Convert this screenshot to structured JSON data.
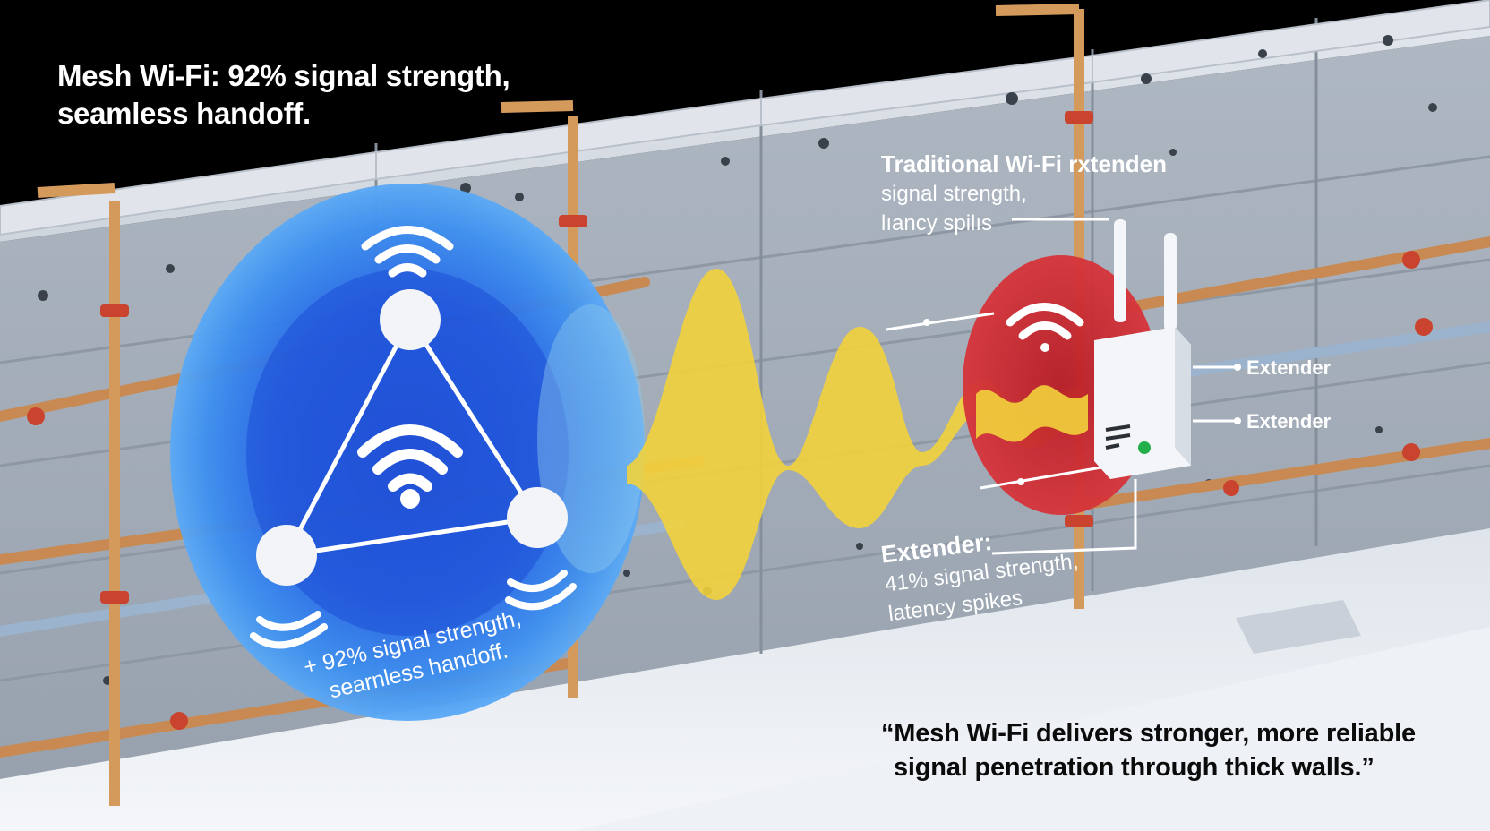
{
  "headline": {
    "line1": "Mesh Wi-Fi: 92% signal strength,",
    "line2": "seamless handoff."
  },
  "traditional_callout": {
    "line1": "Traditional Wi-Fi rxtenden",
    "line2": "signal strength,",
    "line3": "lıancy spilıs"
  },
  "extender_labels": {
    "label_top": "Extender",
    "label_bottom": "Extender"
  },
  "extender_caption": {
    "line1": "Extender:",
    "line2": "41% signal strength,",
    "line3": "latency spikes"
  },
  "mesh_caption": {
    "line1": "+ 92% signal strength,",
    "line2": "searnless handoff."
  },
  "quote": {
    "line1": "“Mesh Wi-Fi delivers stronger, more reliable",
    "line2": "signal penetration through thick walls.”"
  },
  "colors": {
    "mesh_blue": "#2f7fe6",
    "extender_red": "#c8262c",
    "signal_yellow": "#f2d23c",
    "wall_gray": "#c4cad2",
    "copper_pipe": "#c88a52"
  },
  "icons": [
    "wifi-icon",
    "mesh-node-icon",
    "router-icon"
  ]
}
